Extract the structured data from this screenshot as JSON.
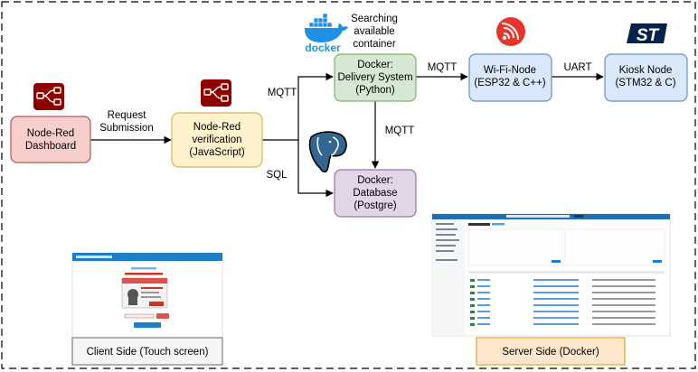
{
  "nodes": {
    "dashboard": {
      "line1": "Node-Red",
      "line2": "Dashboard"
    },
    "verification": {
      "line1": "Node-Red",
      "line2": "verification",
      "line3": "(JavaScript)"
    },
    "delivery": {
      "line1": "Docker:",
      "line2": "Delivery System",
      "line3": "(Python)"
    },
    "database": {
      "line1": "Docker:",
      "line2": "Database",
      "line3": "(Postgre)"
    },
    "wifi": {
      "line1": "Wi-Fi-Node",
      "line2": "(ESP32 & C++)"
    },
    "kiosk": {
      "line1": "Kiosk Node",
      "line2": "(STM32 & C)"
    }
  },
  "edge_labels": {
    "request_line1": "Request",
    "request_line2": "Submission",
    "mqtt_top": "MQTT",
    "sql": "SQL",
    "mqtt_right": "MQTT",
    "mqtt_down": "MQTT",
    "uart": "UART"
  },
  "annotations": {
    "searching_line1": "Searching",
    "searching_line2": "available",
    "searching_line3": "container"
  },
  "logos": {
    "docker_text": "docker",
    "st_text": "ST"
  },
  "captions": {
    "client": "Client Side (Touch screen)",
    "server": "Server Side (Docker)"
  },
  "colors": {
    "red_fill": "#f8cecc",
    "red_stroke": "#b85450",
    "yellow_fill": "#fff2cc",
    "yellow_stroke": "#d6b656",
    "purple_fill": "#e1d5e7",
    "purple_stroke": "#9673a6",
    "blue_fill": "#dae8fc",
    "blue_stroke": "#6c8ebf",
    "gray_fill": "#f5f5f5",
    "gray_stroke": "#666666",
    "orange_fill": "#ffe6cc",
    "orange_stroke": "#d79b00",
    "nodered_logo": "#8f0000",
    "docker_blue": "#1d91e6",
    "espressif_red": "#e7352c",
    "st_blue": "#03234b"
  },
  "icons": {
    "nodered": "node-red-icon",
    "docker": "docker-whale-icon",
    "postgres": "postgresql-elephant-icon",
    "espressif": "espressif-icon",
    "st": "st-microelectronics-icon"
  }
}
